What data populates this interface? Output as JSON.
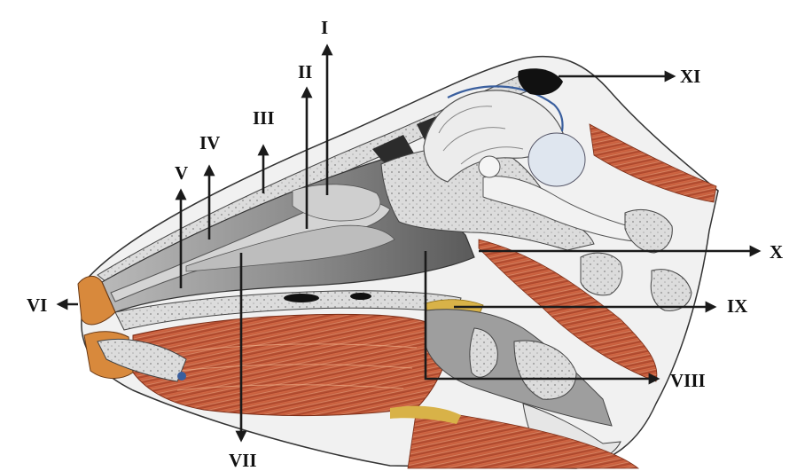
{
  "labels": {
    "I": "I",
    "II": "II",
    "III": "III",
    "IV": "IV",
    "V": "V",
    "VI": "VI",
    "VII": "VII",
    "VIII": "VIII",
    "IX": "IX",
    "X": "X",
    "XI": "XI"
  },
  "colors": {
    "muscle": "#c8583a",
    "muscle_dark": "#9c3a22",
    "bone": "#d9d9d9",
    "cavity": "#8e8e8e",
    "cavity_dark": "#5e5e5e",
    "brain": "#e8e8e8",
    "fat": "#d8b248",
    "arrow": "#1a1a1a"
  }
}
